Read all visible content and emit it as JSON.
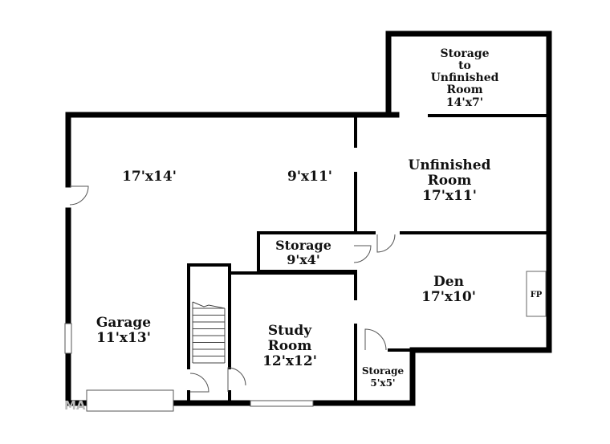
{
  "rooms": {
    "storage_top": {
      "name_lines": [
        "Storage",
        "to",
        "Unfinished",
        "Room"
      ],
      "dims": "14'x7'"
    },
    "garage_upper": {
      "dims": "17'x14'"
    },
    "middle_upper": {
      "dims": "9'x11'"
    },
    "unfinished": {
      "name_lines": [
        "Unfinished",
        "Room"
      ],
      "dims": "17'x11'"
    },
    "storage_mid": {
      "name_lines": [
        "Storage"
      ],
      "dims": "9'x4'"
    },
    "den": {
      "name_lines": [
        "Den"
      ],
      "dims": "17'x10'"
    },
    "fireplace": {
      "label": "FP"
    },
    "garage": {
      "name_lines": [
        "Garage"
      ],
      "dims": "11'x13'"
    },
    "study": {
      "name_lines": [
        "Study",
        "Room"
      ],
      "dims": "12'x12'"
    },
    "storage_small": {
      "name_lines": [
        "Storage"
      ],
      "dims": "5'x5'"
    }
  },
  "watermark": {
    "text": "MA"
  }
}
